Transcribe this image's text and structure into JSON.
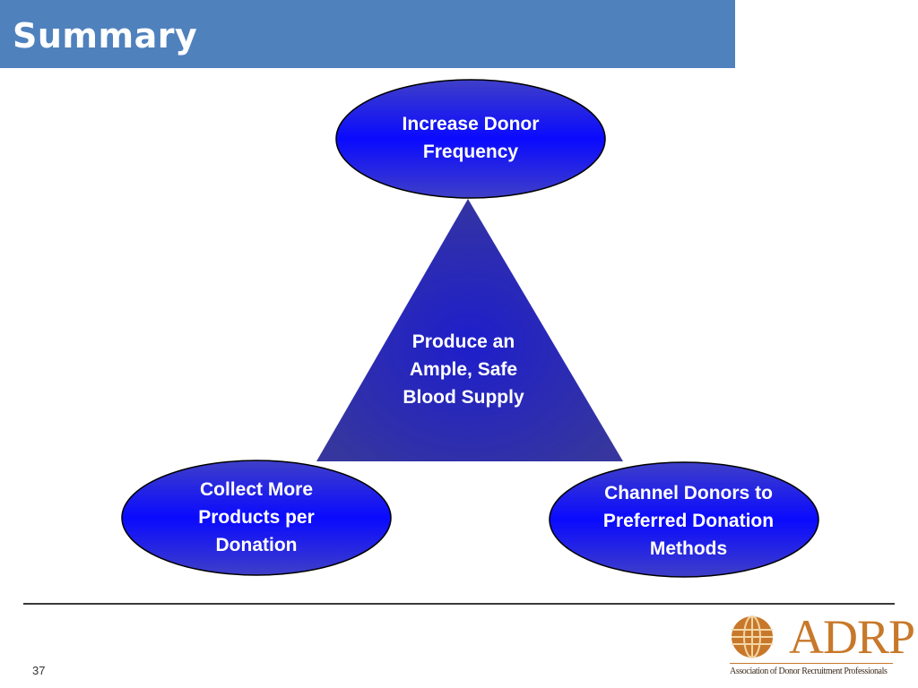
{
  "slide": {
    "title": "Summary",
    "page_number": "37"
  },
  "diagram": {
    "center": {
      "label_lines": [
        "Produce an",
        "Ample, Safe",
        "Blood Supply"
      ]
    },
    "nodes": {
      "top": {
        "label_lines": [
          "Increase Donor",
          "Frequency"
        ]
      },
      "bottom_left": {
        "label_lines": [
          "Collect More",
          "Products per",
          "Donation"
        ]
      },
      "bottom_right": {
        "label_lines": [
          "Channel Donors to",
          "Preferred Donation",
          "Methods"
        ]
      }
    }
  },
  "logo": {
    "name": "ADRP",
    "tagline": "Association of Donor Recruitment Professionals"
  },
  "colors": {
    "title_bar": "#4f81bd",
    "node_blue": "#1a1aff",
    "triangle_blue": "#2a2aa8"
  }
}
